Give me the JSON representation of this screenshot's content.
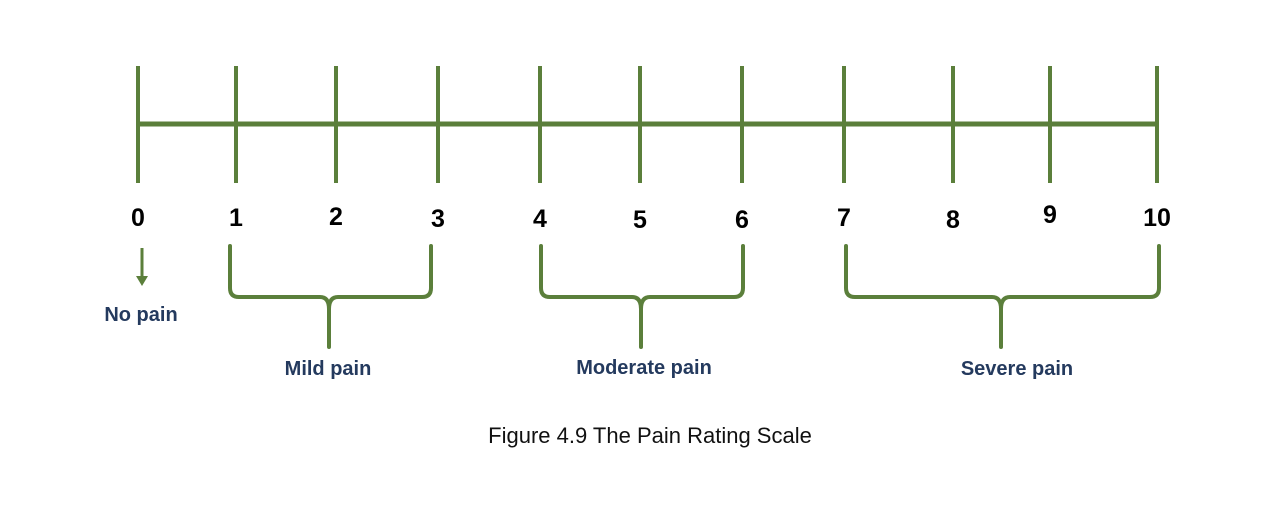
{
  "scale": {
    "min": 0,
    "max": 10,
    "ticks": [
      "0",
      "1",
      "2",
      "3",
      "4",
      "5",
      "6",
      "7",
      "8",
      "9",
      "10"
    ],
    "color": "#5b7f3b"
  },
  "categories": [
    {
      "label": "No pain",
      "from": 0,
      "to": 0,
      "marker": "arrow"
    },
    {
      "label": "Mild pain",
      "from": 1,
      "to": 3,
      "marker": "brace"
    },
    {
      "label": "Moderate pain",
      "from": 4,
      "to": 6,
      "marker": "brace"
    },
    {
      "label": "Severe pain",
      "from": 7,
      "to": 10,
      "marker": "brace"
    }
  ],
  "label_color": "#243a5e",
  "caption": "Figure 4.9 The Pain Rating Scale"
}
